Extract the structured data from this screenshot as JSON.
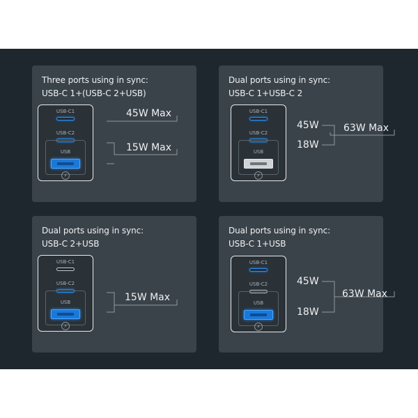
{
  "panels": [
    {
      "title": "Three ports using in sync:",
      "subtitle": "USB-C 1+(USB-C 2+USB)",
      "port_labels": {
        "c1": "USB-C1",
        "c2": "USB-C2",
        "usb": "USB"
      },
      "active": {
        "c1": true,
        "c2": true,
        "usb": true
      },
      "watts": {
        "top": "45W Max",
        "bottom": "15W Max"
      }
    },
    {
      "title": "Dual ports using in sync:",
      "subtitle": "USB-C 1+USB-C 2",
      "port_labels": {
        "c1": "USB-C1",
        "c2": "USB-C2",
        "usb": "USB"
      },
      "active": {
        "c1": true,
        "c2": true,
        "usb": false
      },
      "watts": {
        "a": "45W",
        "b": "18W",
        "total": "63W Max"
      }
    },
    {
      "title": "Dual ports using in sync:",
      "subtitle": "USB-C 2+USB",
      "port_labels": {
        "c1": "USB-C1",
        "c2": "USB-C2",
        "usb": "USB"
      },
      "active": {
        "c1": false,
        "c2": true,
        "usb": true
      },
      "watts": {
        "total": "15W Max"
      }
    },
    {
      "title": "Dual ports using in sync:",
      "subtitle": "USB-C 1+USB",
      "port_labels": {
        "c1": "USB-C1",
        "c2": "USB-C2",
        "usb": "USB"
      },
      "active": {
        "c1": true,
        "c2": false,
        "usb": true
      },
      "watts": {
        "a": "45W",
        "b": "18W",
        "total": "63W Max"
      }
    }
  ],
  "icons": {
    "charger_logo": "bolt-icon"
  }
}
